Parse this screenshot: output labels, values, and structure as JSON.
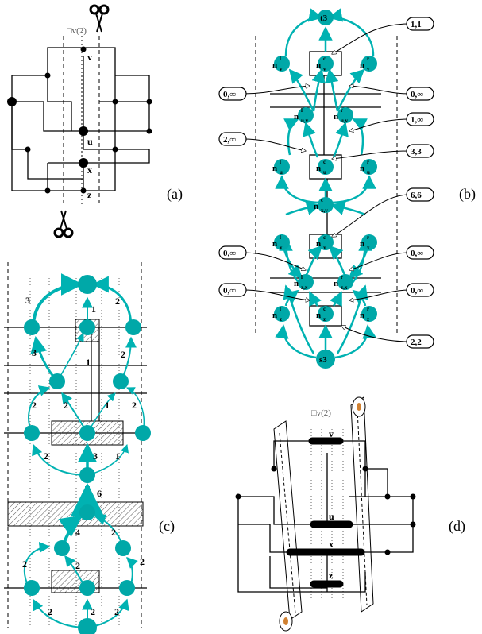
{
  "panels": {
    "a": {
      "label": "(a)",
      "cut_label": "□v(2)",
      "vertices": [
        "v",
        "u",
        "x",
        "z"
      ]
    },
    "b": {
      "label": "(b)",
      "nodes": {
        "t3": "t3",
        "s3": "s3",
        "nv_l": "n",
        "nv_l_sup": "l",
        "nv_l_sub": "v",
        "nv_c": "n",
        "nv_c_sup": "c",
        "nv_c_sub": "v",
        "nv_r": "n",
        "nv_r_sup": "r",
        "nv_r_sub": "v",
        "nuv_l": "n",
        "nuv_l_sup": "l",
        "nuv_l_sub": "u,v",
        "nuv_r": "n",
        "nuv_r_sup": "r",
        "nuv_r_sub": "u,v",
        "nu_l": "n",
        "nu_l_sup": "l",
        "nu_l_sub": "u",
        "nu_c": "n",
        "nu_c_sup": "c",
        "nu_c_sub": "u",
        "nu_r": "n",
        "nu_r_sup": "r",
        "nu_r_sub": "u",
        "nxv_c": "n",
        "nxv_c_sup": "c",
        "nxv_c_sub": "x,v",
        "nx_l": "n",
        "nx_l_sup": "l",
        "nx_l_sub": "x",
        "nx_c": "n",
        "nx_c_sup": "c",
        "nx_c_sub": "x",
        "nx_r": "n",
        "nx_r_sup": "r",
        "nx_r_sub": "x",
        "nzx_l": "n",
        "nzx_l_sup": "l",
        "nzx_l_sub": "z,x",
        "nzx_r": "n",
        "nzx_r_sup": "r",
        "nzx_r_sub": "z,x",
        "nz_l": "n",
        "nz_l_sup": "l",
        "nz_l_sub": "z",
        "nz_c": "n",
        "nz_c_sup": "c",
        "nz_c_sub": "z",
        "nz_r": "n",
        "nz_r_sup": "r",
        "nz_r_sub": "z"
      },
      "capacities": {
        "c1": "1,1",
        "c2": "0,∞",
        "c3": "0,∞",
        "c4": "1,∞",
        "c5": "2,∞",
        "c6": "3,3",
        "c7": "6,6",
        "c8": "0,∞",
        "c9": "0,∞",
        "c10": "0,∞",
        "c11": "0,∞",
        "c12": "2,2"
      }
    },
    "c": {
      "label": "(c)",
      "flows": {
        "f1": "3",
        "f2": "1",
        "f3": "2",
        "f4": "3",
        "f5": "1",
        "f6": "2",
        "f7": "2",
        "f8": "2",
        "f9": "1",
        "f10": "2",
        "f11": "2",
        "f12": "3",
        "f13": "1",
        "f14": "6",
        "f15": "4",
        "f16": "2",
        "f17": "2",
        "f18": "2",
        "f19": "2",
        "f20": "2",
        "f21": "2",
        "f22": "2"
      }
    },
    "d": {
      "label": "(d)",
      "cut_label": "□v(2)",
      "vertices": [
        "v",
        "u",
        "x",
        "z"
      ]
    }
  },
  "colors": {
    "node": "#00a8a8",
    "edge": "#00b2b2",
    "ink": "#000000"
  }
}
